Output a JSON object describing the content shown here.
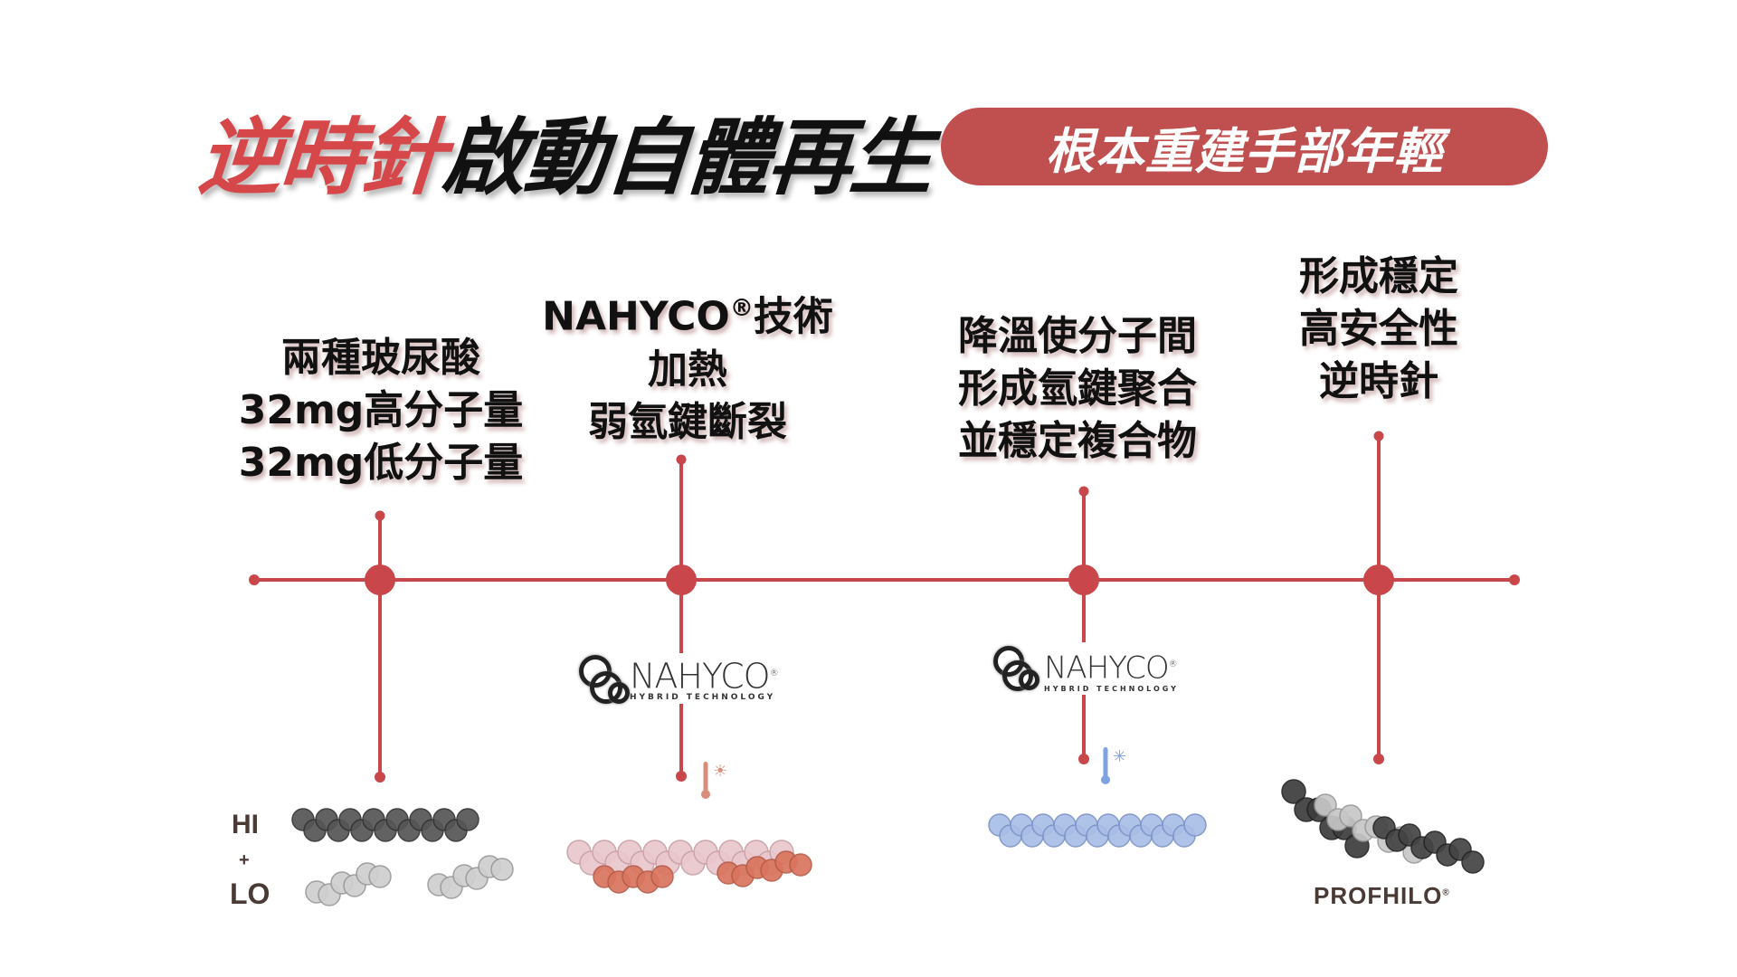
{
  "header": {
    "title_highlight": "逆時針",
    "title_rest": "啟動自體再生",
    "pill_text": "根本重建手部年輕"
  },
  "steps": [
    {
      "lines": [
        "兩種玻尿酸",
        "32mg高分子量",
        "32mg低分子量"
      ]
    },
    {
      "line1_main": "NAHYCO",
      "line1_reg": "®",
      "line1_tail": "技術",
      "lines": [
        "加熱",
        "弱氫鍵斷裂"
      ]
    },
    {
      "lines": [
        "降溫使分子間",
        "形成氫鍵聚合",
        "並穩定複合物"
      ]
    },
    {
      "lines": [
        "形成穩定",
        "高安全性",
        "逆時針"
      ]
    }
  ],
  "logos": [
    {
      "brand": "NAHYCO",
      "reg": "®",
      "sub": "HYBRID TECHNOLOGY"
    },
    {
      "brand": "NAHYCO",
      "reg": "®",
      "sub": "HYBRID TECHNOLOGY"
    }
  ],
  "labels": {
    "hi": "HI",
    "plus": "+",
    "lo": "LO",
    "profhilo": "PROFHILO",
    "profhilo_reg": "®"
  },
  "icons": {
    "heat": "thermometer-sun-icon",
    "cold": "thermometer-snowflake-icon"
  },
  "colors": {
    "accent": "#c0504f",
    "title_red": "#d6474a",
    "line": "#c9474b",
    "heat": "#d98c7a",
    "cold": "#7ea3e0"
  }
}
